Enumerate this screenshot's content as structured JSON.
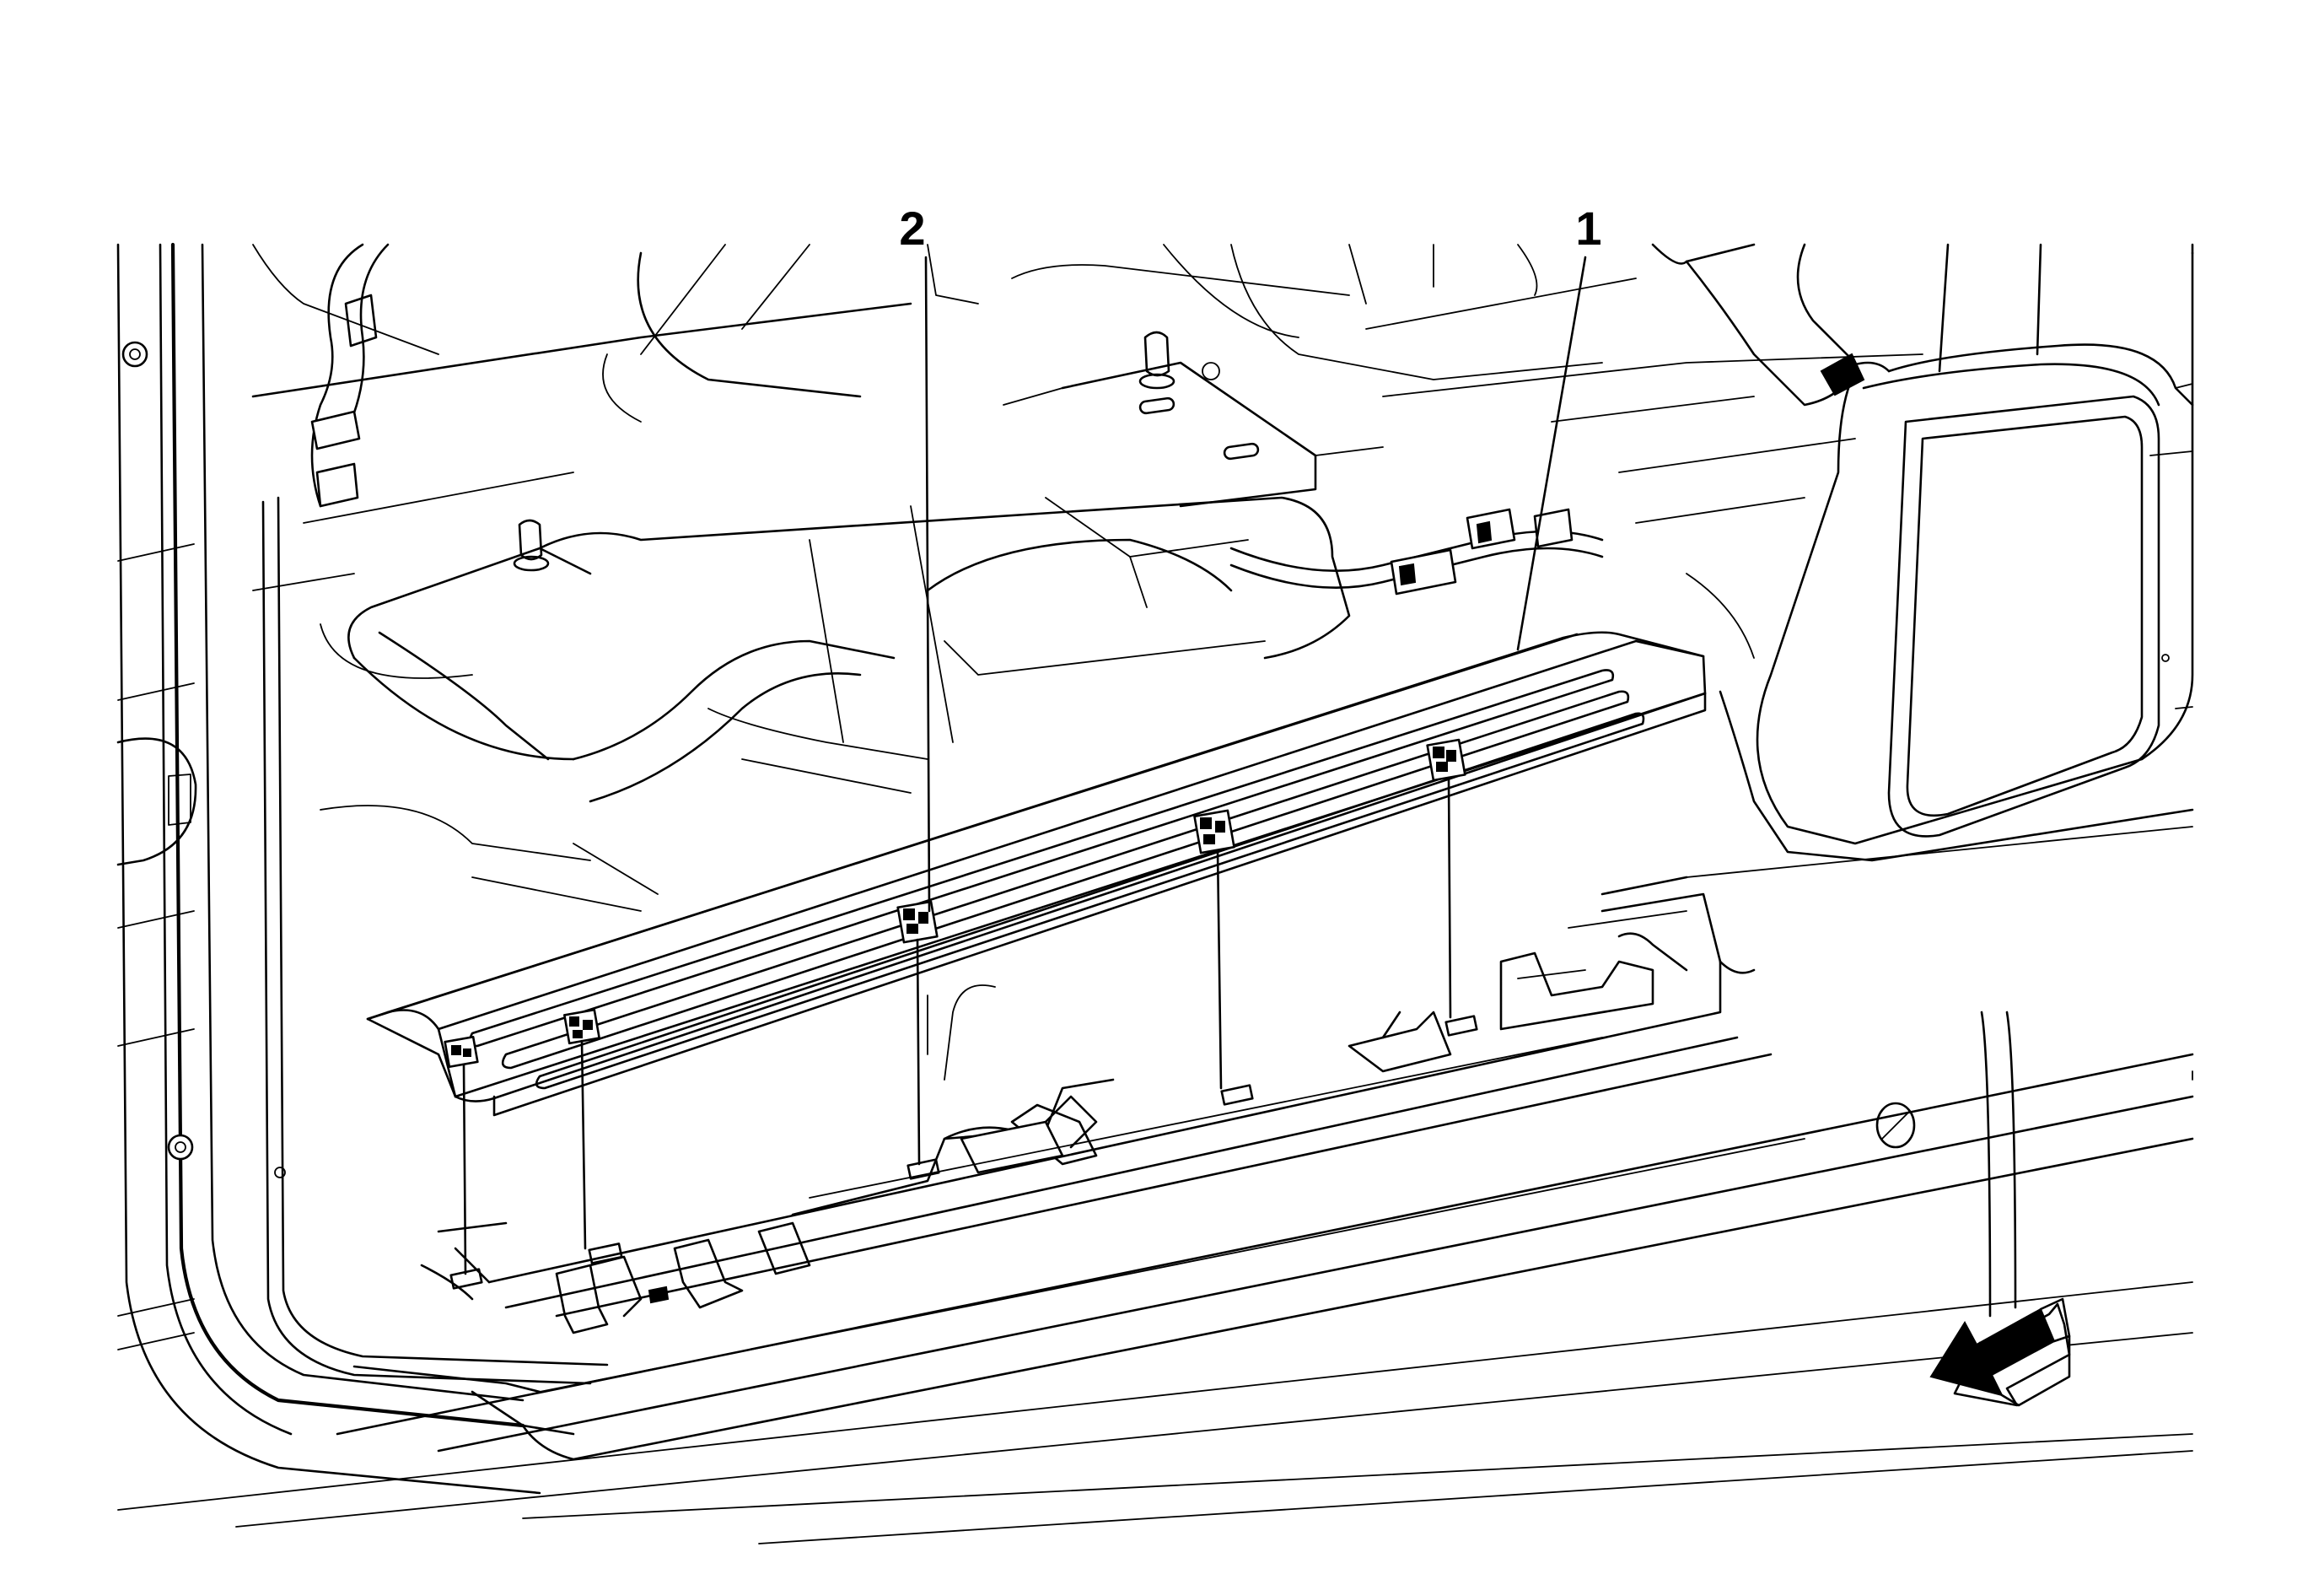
{
  "callouts": [
    {
      "label": "2",
      "target": "sill-plate-retainer-clip"
    },
    {
      "label": "1",
      "target": "door-sill-plate"
    }
  ],
  "icons": {
    "direction_arrow": "front-direction-arrow-icon"
  },
  "colors": {
    "line": "#000000",
    "background": "#ffffff"
  }
}
